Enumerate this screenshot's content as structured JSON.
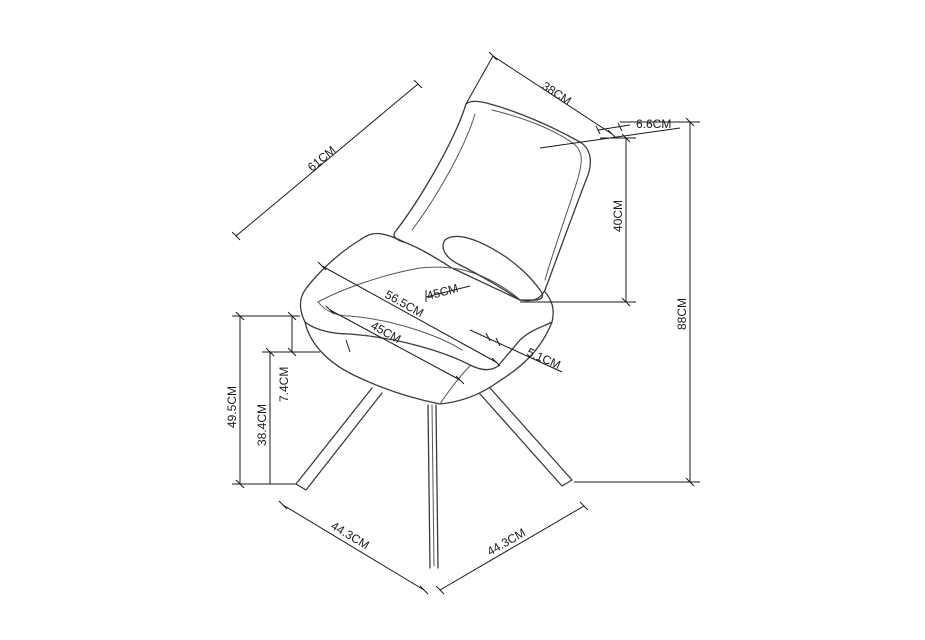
{
  "dimensions": {
    "back_width": "38CM",
    "back_thickness": "6.6CM",
    "back_height": "40CM",
    "total_height": "88CM",
    "depth_overall": "61CM",
    "seat_depth": "56.5CM",
    "seat_width_inner": "45CM",
    "seat_width": "45CM",
    "armrest_thickness": "5.1CM",
    "seat_height": "49.5CM",
    "base_height": "38.4CM",
    "seat_cushion": "7.4CM",
    "leg_span_left": "44.3CM",
    "leg_span_right": "44.3CM"
  }
}
